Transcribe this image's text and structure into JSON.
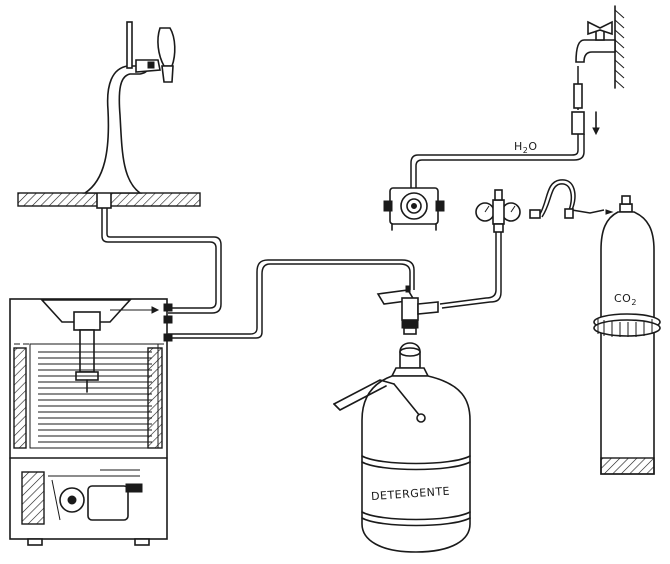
{
  "labels": {
    "water": "H",
    "water_sub": "2",
    "water_tail": "O",
    "co2": "CO",
    "co2_sub": "2",
    "detergent": "DETERGENTE"
  }
}
